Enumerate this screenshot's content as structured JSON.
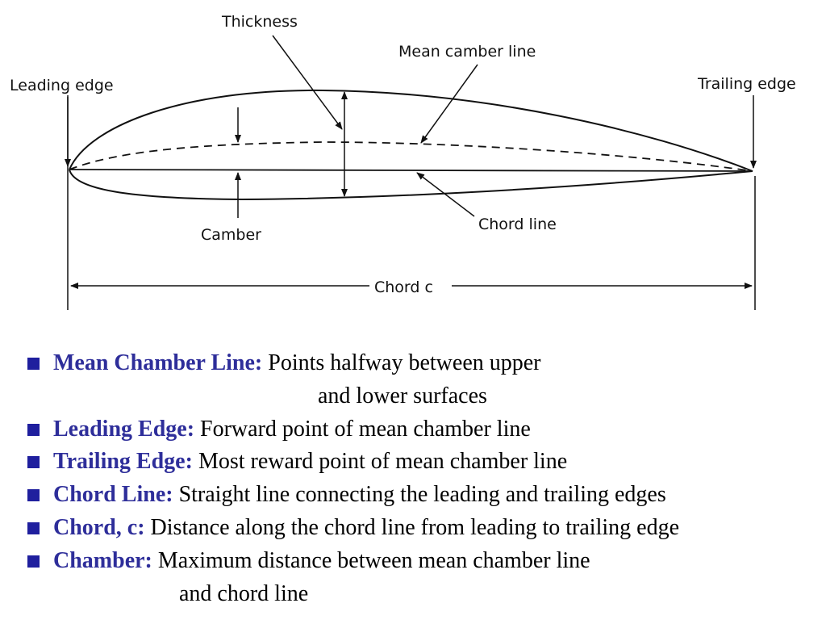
{
  "diagram": {
    "labels": {
      "thickness": "Thickness",
      "mean_camber_line": "Mean camber line",
      "leading_edge": "Leading edge",
      "trailing_edge": "Trailing edge",
      "camber": "Camber",
      "chord_line": "Chord line",
      "chord": "Chord c"
    }
  },
  "definitions": [
    {
      "term": "Mean Chamber Line:",
      "desc": "Points halfway between upper",
      "desc2": "and lower surfaces"
    },
    {
      "term": "Leading Edge:",
      "desc": "Forward point of mean chamber line"
    },
    {
      "term": "Trailing Edge:",
      "desc": "Most reward point of mean chamber line"
    },
    {
      "term": "Chord Line:",
      "desc": "Straight line connecting the leading and trailing edges"
    },
    {
      "term": "Chord, c:",
      "desc": "Distance along the chord line from leading to trailing edge"
    },
    {
      "term": "Chamber:",
      "desc": "Maximum distance between mean chamber line",
      "desc2": "and  chord line"
    }
  ],
  "colors": {
    "term": "#2e2e9a",
    "bullet": "#1f1f9e",
    "text": "#000000"
  }
}
